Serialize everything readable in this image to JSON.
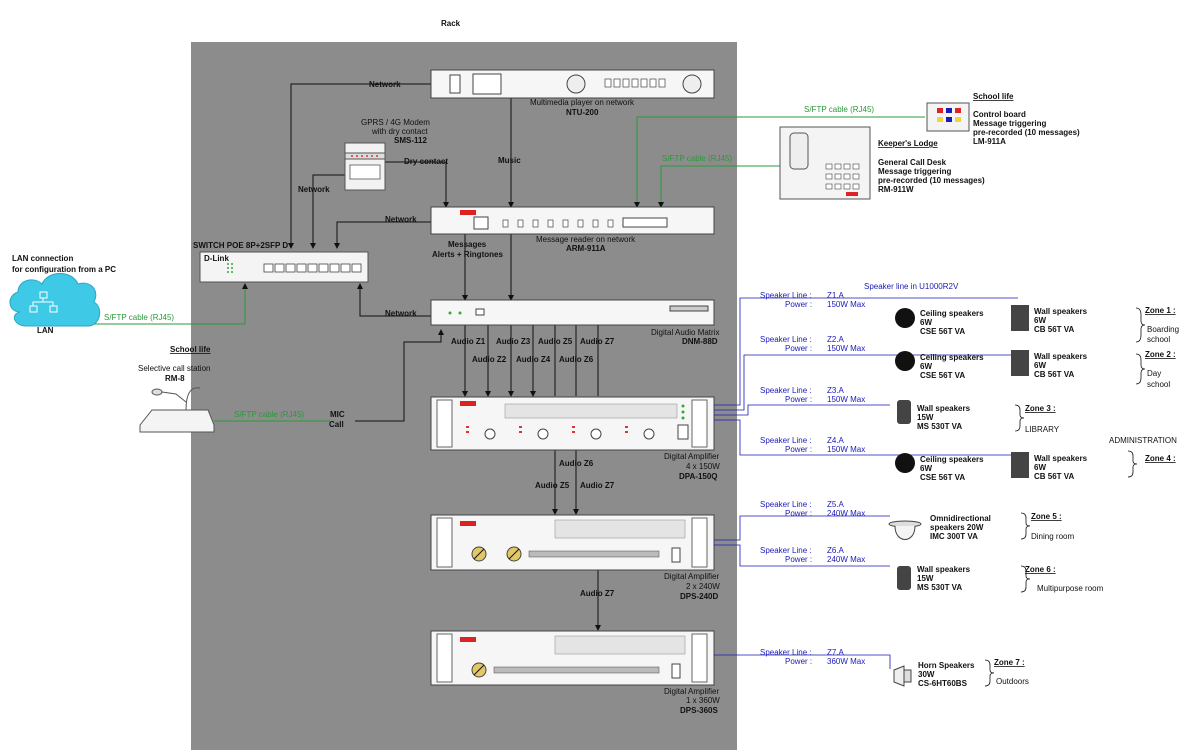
{
  "rack_title": "Rack",
  "lan": {
    "heading1": "LAN connection",
    "heading2": "for configuration from a PC",
    "cloud_label": "LAN",
    "cable": "S/FTP cable (RJ45)"
  },
  "devices": {
    "ntu": {
      "name": "Multimedia player on network",
      "model": "NTU-200"
    },
    "modem": {
      "line1": "GPRS / 4G Modem",
      "line2": "with dry contact",
      "model": "SMS-112"
    },
    "arm": {
      "name": "Message reader on network",
      "model": "ARM-911A"
    },
    "switch": {
      "name": "SWITCH POE 8P+2SFP D",
      "brand": "D-Link"
    },
    "dnm": {
      "name": "Digital Audio Matrix",
      "model": "DNM-88D"
    },
    "dpa": {
      "line1": "Digital Amplifier",
      "line2": "4 x 150W",
      "model": "DPA-150Q"
    },
    "dps240": {
      "line1": "Digital Amplifier",
      "line2": "2 x 240W",
      "model": "DPS-240D"
    },
    "dps360": {
      "line1": "Digital Amplifier",
      "line2": "1 x 360W",
      "model": "DPS-360S"
    }
  },
  "links": {
    "network": "Network",
    "music": "Music",
    "dry_contact": "Dry contact",
    "messages1": "Messages",
    "messages2": "Alerts + Ringtones",
    "mic1": "MIC",
    "mic2": "Call",
    "audio": [
      "Audio Z1",
      "Audio Z2",
      "Audio Z3",
      "Audio Z4",
      "Audio Z5",
      "Audio Z6",
      "Audio Z7"
    ]
  },
  "school_life_left": {
    "heading": "School life",
    "line1": "Selective call station",
    "model": "RM-8",
    "cable": "S/FTP cable (RJ45)"
  },
  "school_life_right": {
    "heading": "School life",
    "line1": "Control board",
    "line2": "Message triggering",
    "line3": "pre-recorded (10 messages)",
    "model": "LM-911A",
    "cable": "S/FTP cable (RJ45)"
  },
  "keeper": {
    "heading": "Keeper's Lodge",
    "line1": "General Call Desk",
    "line2": "Message triggering",
    "line3": "pre-recorded (10 messages)",
    "model": "RM-911W",
    "cable": "S/FTP cable (RJ45)"
  },
  "speaker_line_label": "Speaker Line :",
  "power_label": "Power :",
  "speaker_cable_note": "Speaker line in U1000R2V",
  "administration": "ADMINISTRATION",
  "zones": [
    {
      "line": "Z1.A",
      "power": "150W Max",
      "spk1": [
        "Ceiling speakers",
        "6W",
        "CSE 56T VA"
      ],
      "spk2": [
        "Wall speakers",
        "6W",
        "CB 56T VA"
      ],
      "zone": "Zone 1 :",
      "desc": [
        "Boarding",
        "school"
      ]
    },
    {
      "line": "Z2.A",
      "power": "150W Max",
      "spk1": [
        "Ceiling speakers",
        "6W",
        "CSE 56T VA"
      ],
      "spk2": [
        "Wall speakers",
        "6W",
        "CB 56T VA"
      ],
      "zone": "Zone 2 :",
      "desc": [
        "Day",
        "school"
      ]
    },
    {
      "line": "Z3.A",
      "power": "150W Max",
      "spk1": [
        "Wall speakers",
        "15W",
        "MS 530T VA"
      ],
      "zone": "Zone 3 :",
      "desc": [
        "LIBRARY"
      ]
    },
    {
      "line": "Z4.A",
      "power": "150W Max",
      "spk1": [
        "Ceiling speakers",
        "6W",
        "CSE 56T VA"
      ],
      "spk2": [
        "Wall speakers",
        "6W",
        "CB 56T VA"
      ],
      "zone": "Zone 4 :",
      "desc": []
    },
    {
      "line": "Z5.A",
      "power": "240W Max",
      "spk1": [
        "Omnidirectional",
        "speakers 20W",
        "IMC 300T VA"
      ],
      "zone": "Zone 5 :",
      "desc": [
        "Dining room"
      ]
    },
    {
      "line": "Z6.A",
      "power": "240W Max",
      "spk1": [
        "Wall speakers",
        "15W",
        "MS 530T VA"
      ],
      "zone": "Zone 6 :",
      "desc": [
        "Multipurpose room"
      ]
    },
    {
      "line": "Z7.A",
      "power": "360W Max",
      "spk1": [
        "Horn Speakers",
        "30W",
        "CS-6HT60BS"
      ],
      "zone": "Zone 7 :",
      "desc": [
        "Outdoors"
      ]
    }
  ],
  "colors": {
    "rack": "#8c8c8c",
    "blue": "#1a1ab8",
    "green": "#2a9a3a",
    "cloud": "#3ec9e6"
  }
}
